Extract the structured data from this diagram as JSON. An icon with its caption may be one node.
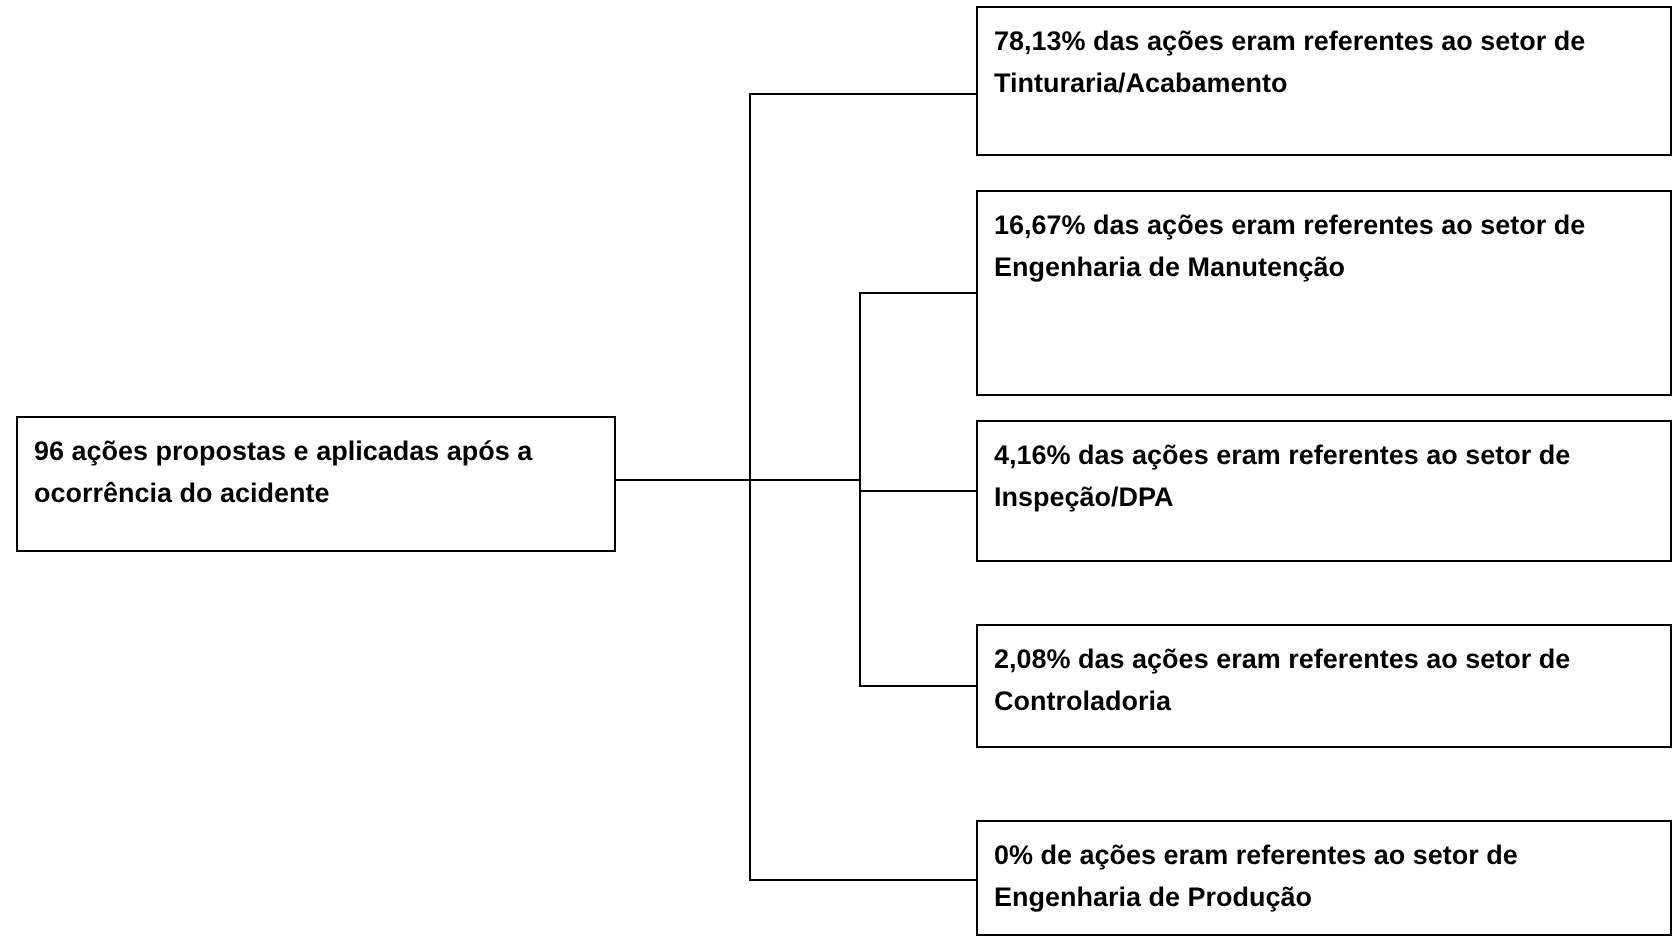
{
  "diagram": {
    "nodes": [
      {
        "text": [
          "96 ações propostas e aplicadas após a ocorrência do acidente"
        ]
      },
      {
        "text": [
          "78,13% das ações eram referentes ao setor de Tinturaria/Acabamento"
        ]
      },
      {
        "text": [
          "16,67% das ações eram referentes ao setor de Engenharia de Manutenção"
        ]
      },
      {
        "text": [
          "4,16% das ações eram referentes ao setor de Inspeção/DPA"
        ]
      },
      {
        "text": [
          "2,08% das ações eram referentes ao setor de Controladoria"
        ]
      },
      {
        "text": [
          "0% de ações eram referentes ao setor de Engenharia de Produção"
        ]
      }
    ],
    "edges": [
      {
        "from": 0,
        "to": 1,
        "arrow": "none"
      },
      {
        "from": 0,
        "to": 2,
        "arrow": "none"
      },
      {
        "from": 0,
        "to": 3,
        "arrow": "none"
      },
      {
        "from": 0,
        "to": 4,
        "arrow": "none"
      },
      {
        "from": 0,
        "to": 5,
        "arrow": "none"
      }
    ]
  }
}
